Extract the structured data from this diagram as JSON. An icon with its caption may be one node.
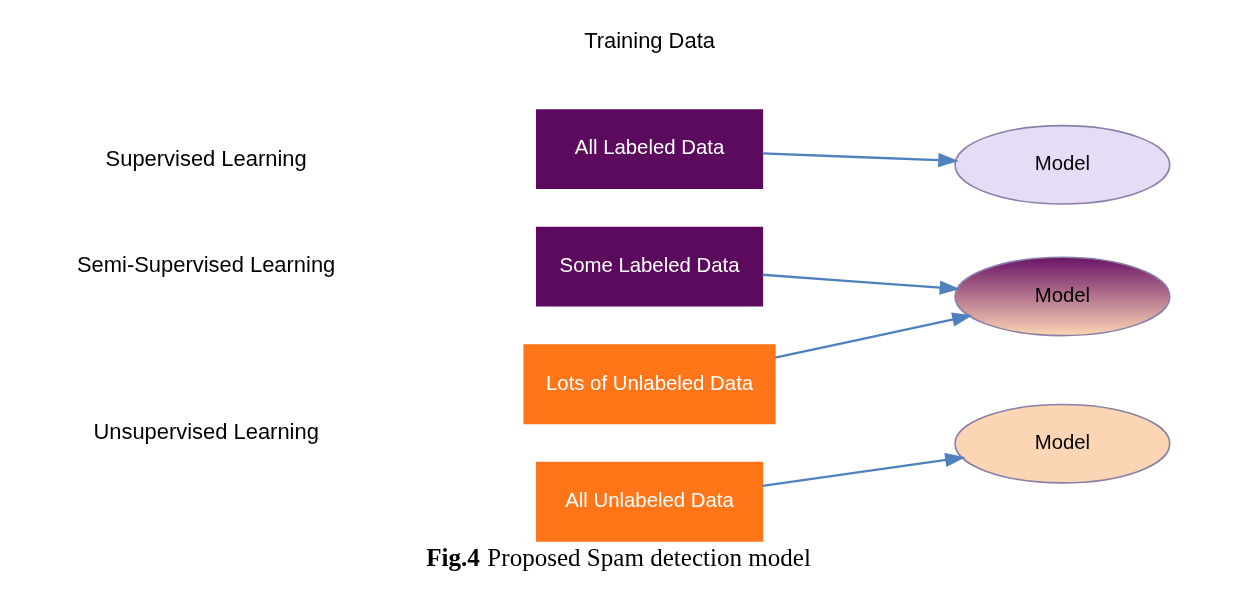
{
  "diagram": {
    "caption": "**Fig.4** Proposed Spam detection model",
    "nodes": [
      {
        "text": [
          "All Labeled Data"
        ]
      },
      {
        "text": [
          "Model"
        ]
      },
      {
        "text": [
          "Some Labeled Data"
        ]
      },
      {
        "text": [
          "Lots of Unlabeled Data"
        ]
      },
      {
        "text": [
          "Model"
        ]
      },
      {
        "text": [
          "All Unlabeled Data"
        ]
      },
      {
        "text": [
          "Model"
        ]
      }
    ],
    "edges": [
      {
        "from": 0,
        "to": 1,
        "arrow": "to"
      },
      {
        "from": 2,
        "to": 4,
        "arrow": "to"
      },
      {
        "from": 3,
        "to": 4,
        "arrow": "to"
      },
      {
        "from": 5,
        "to": 6,
        "arrow": "to"
      }
    ],
    "labels": [
      "Training Data",
      "Supervised Learning",
      "Semi-Supervised Learning",
      "Unsupervised Learning"
    ]
  }
}
